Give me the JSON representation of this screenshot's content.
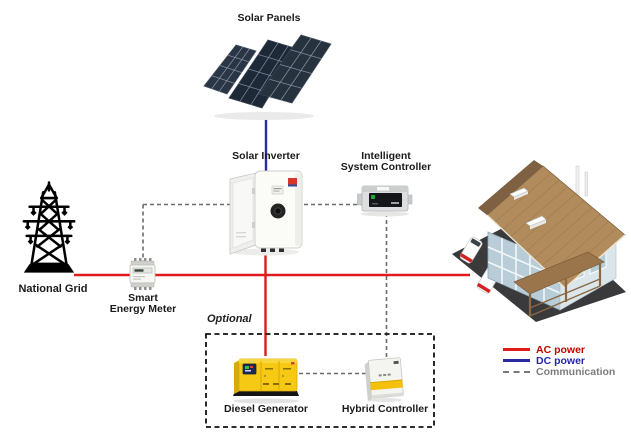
{
  "diagram": {
    "type": "solar-energy-system-diagram",
    "nodes": {
      "solar_panels": {
        "label": "Solar Panels"
      },
      "solar_inverter": {
        "label": "Solar Inverter"
      },
      "intelligent_system_controller": {
        "label_line1": "Intelligent",
        "label_line2": "System Controller"
      },
      "national_grid": {
        "label": "National Grid"
      },
      "smart_energy_meter": {
        "label_line1": "Smart",
        "label_line2": "Energy Meter"
      },
      "diesel_generator": {
        "label": "Diesel Generator"
      },
      "hybrid_controller": {
        "label": "Hybrid Controller"
      }
    },
    "optional_group": {
      "label": "Optional"
    },
    "connections": {
      "dc": [
        "solar_panels -> solar_inverter"
      ],
      "ac": [
        "national_grid -> smart_energy_meter -> house",
        "solar_inverter -> ac_bus",
        "ac_bus -> diesel_generator"
      ],
      "communication": [
        "smart_energy_meter -> solar_inverter -> intelligent_system_controller",
        "intelligent_system_controller -> hybrid_controller",
        "diesel_generator -> hybrid_controller"
      ]
    },
    "colors": {
      "ac_power": "#df1b1b",
      "dc_power": "#2a2a9e",
      "communication": "#6b6b6b",
      "optional_box": "#111111"
    }
  },
  "legend": {
    "items": [
      {
        "label": "AC power",
        "style": "solid",
        "color": "#c40000"
      },
      {
        "label": "DC power",
        "style": "solid",
        "color": "#2525a8"
      },
      {
        "label": "Communication",
        "style": "dashed",
        "color": "#7d7d7d"
      }
    ]
  }
}
